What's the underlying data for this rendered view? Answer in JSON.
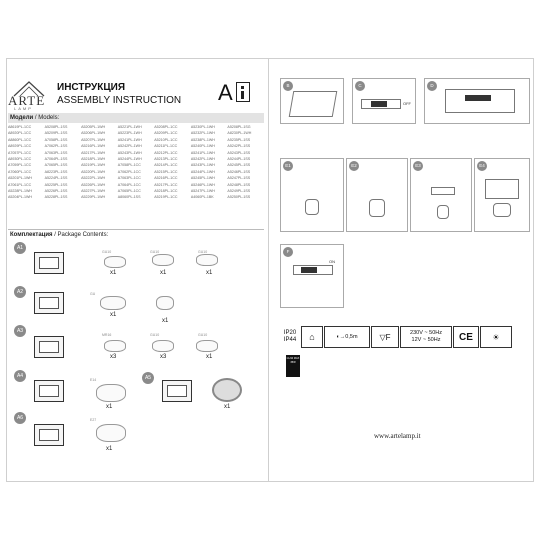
{
  "brand": {
    "name": "ARTE",
    "sub": "LAMP"
  },
  "header": {
    "title_ru": "ИНСТРУКЦИЯ",
    "title_en": "ASSEMBLY INSTRUCTION",
    "section_letter": "A"
  },
  "models": {
    "label_ru": "Модели",
    "label_en": "/ Models:",
    "items": [
      "A8619PL-1CC",
      "A5208PL-1SS",
      "A5205PL-1WH",
      "A5221PL-1WH",
      "A5208PL-1CC",
      "A5230PL-1WH",
      "A5208PL-1SG",
      "A8920PL-1CC",
      "A5209PL-1SS",
      "A5206PL-1WH",
      "A5223PL-1WH",
      "A5209PL-1CC",
      "A5232PL-1WH",
      "A8230PL-1WH",
      "A8860PL-1CC",
      "A7058PL-1SS",
      "A5207PL-1WH",
      "A5241PL-1WH",
      "A5210PL-1CC",
      "A5238PL-1WH",
      "A5235PL-1SS",
      "A8929PL-1CC",
      "A7062PL-1SS",
      "A5216PL-1WH",
      "A5242PL-1WH",
      "A5211PL-1CC",
      "A5240PL-1WH",
      "A5242PL-1SS",
      "A7057PL-1CC",
      "A7063PL-1SS",
      "A5217PL-1WH",
      "A5243PL-1WH",
      "A5212PL-1CC",
      "A5241PL-1WH",
      "A5243PL-1SS",
      "A8930PL-1CC",
      "A7064PL-1SS",
      "A5218PL-1WH",
      "A5244PL-1WH",
      "A5213PL-1CC",
      "A5242PL-1WH",
      "A5244PL-1SS",
      "A7059PL-1CC",
      "A7065PL-1SS",
      "A5219PL-1WH",
      "A7058PL-1CC",
      "A5214PL-1CC",
      "A5243PL-1WH",
      "A5245PL-1SS",
      "A7060PL-1CC",
      "A8223PL-1SS",
      "A5220PL-1WH",
      "A7062PL-1CC",
      "A5215PL-1CC",
      "A5244PL-1WH",
      "A5246PL-1SS",
      "A5201PL-1WH",
      "A5224PL-1SS",
      "A5222PL-1WH",
      "A7063PL-1CC",
      "A5216PL-1CC",
      "A5245PL-1WH",
      "A5247PL-1SS",
      "A7061PL-1CC",
      "A5225PL-1SS",
      "A5226PL-1WH",
      "A7064PL-1CC",
      "A5217PL-1CC",
      "A5246PL-1WH",
      "A5248PL-1SS",
      "A5228PL-1WH",
      "A5226PL-1SS",
      "A5227PL-1WH",
      "A7065PL-1CC",
      "A5218PL-1CC",
      "A5247PL-1WH",
      "A5249PL-1SS",
      "A5204PL-1WH",
      "A5228PL-1SS",
      "A5229PL-1WH",
      "A8060PL-1SS",
      "A5219PL-1CC",
      "A4060PL-1BK",
      "A5250PL-1SS"
    ]
  },
  "contents": {
    "label_ru": "Комплектация",
    "label_en": "/ Package Contents:",
    "kits": [
      {
        "id": "A1",
        "parts": [
          {
            "code": "GU10",
            "qty": "x1"
          },
          {
            "code": "GU10",
            "qty": "x1"
          },
          {
            "code": "GU10",
            "qty": "x1"
          }
        ]
      },
      {
        "id": "A2",
        "parts": [
          {
            "code": "GU",
            "qty": "x1"
          },
          {
            "code": "",
            "qty": "x1"
          }
        ]
      },
      {
        "id": "A3",
        "parts": [
          {
            "code": "MR16",
            "qty": "x3"
          },
          {
            "code": "GU10",
            "qty": "x3"
          },
          {
            "code": "GU10",
            "qty": "x1"
          }
        ]
      },
      {
        "id": "A4",
        "parts": [
          {
            "code": "E14",
            "qty": "x1"
          }
        ]
      },
      {
        "id": "A5",
        "parts": [
          {
            "code": "",
            "qty": "x1"
          }
        ]
      },
      {
        "id": "A6",
        "parts": [
          {
            "code": "E27",
            "qty": "x1"
          }
        ]
      }
    ]
  },
  "steps": {
    "B": "B",
    "C": "C",
    "D": "D",
    "E1": "E1",
    "E2": "E2",
    "E3": "E3",
    "E4": "E4",
    "F": "F",
    "on": "ON",
    "off": "OFF"
  },
  "specs": {
    "ip_a": "IP20",
    "ip_b": "IP44",
    "cable": "0,5m",
    "v1": "230V ~ 50Hz",
    "v2": "12V ~ 50Hz",
    "ce": "CE",
    "bulb": "GU10 MAX 35W"
  },
  "website": "www.artelamp.it"
}
